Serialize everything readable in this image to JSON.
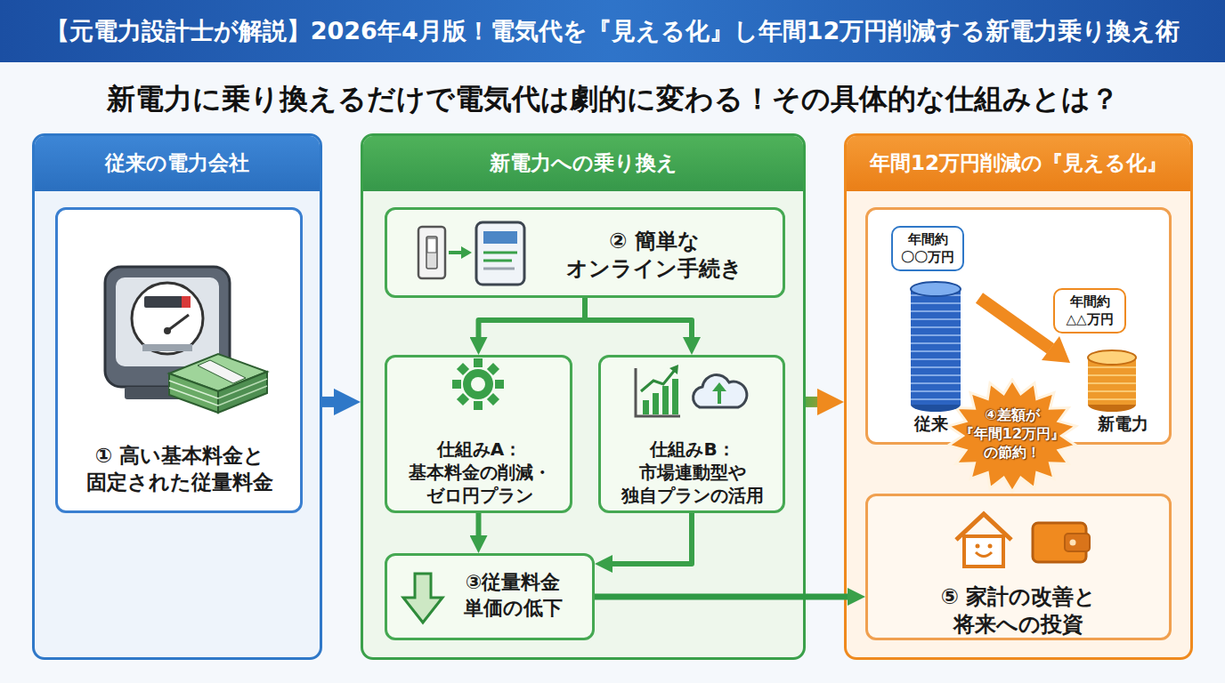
{
  "diagram": {
    "title": "【元電力設計士が解説】2026年4月版！電気代を『見える化』し年間12万円削減する新電力乗り換え術",
    "nodes": [
      {
        "text": [
          "従来の電力会社"
        ]
      },
      {
        "text": [
          "① 高い基本料金と 固定された従量料金"
        ],
        "in": 0
      },
      {
        "text": [
          "新電力への乗り換え"
        ]
      },
      {
        "text": [
          "② 簡単な オンライン手続き"
        ],
        "in": 2
      },
      {
        "text": [
          "仕組みA： 基本料金の削減・ ゼロ円プラン"
        ],
        "in": 2
      },
      {
        "text": [
          "仕組みB： 市場連動型や 独自プランの活用"
        ],
        "in": 2
      },
      {
        "text": [
          "③従量料金 単価の低下"
        ],
        "in": 2
      },
      {
        "text": [
          "年間12万円削減の『見える化』"
        ]
      },
      {
        "text": [
          "年間約 〇〇万円",
          "従来",
          "年間約 △△万円",
          "新電力"
        ],
        "in": 7
      },
      {
        "text": [
          "④差額が 『年間12万円』 の節約！"
        ],
        "in": 7
      },
      {
        "text": [
          "⑤ 家計の改善と 将来への投資"
        ],
        "in": 7
      }
    ],
    "edges": [
      {
        "from": 0,
        "to": 2,
        "arrow": "to"
      },
      {
        "from": 3,
        "to": 4,
        "arrow": "to"
      },
      {
        "from": 3,
        "to": 5,
        "arrow": "to"
      },
      {
        "from": 4,
        "to": 6,
        "arrow": "to"
      },
      {
        "from": 5,
        "to": 6,
        "arrow": "to"
      },
      {
        "from": 2,
        "to": 7,
        "arrow": "to"
      },
      {
        "from": 6,
        "to": 10,
        "arrow": "to"
      }
    ],
    "labels": [
      "新電力に乗り換えるだけで電気代は劇的に変わる！その具体的な仕組みとは？"
    ]
  }
}
